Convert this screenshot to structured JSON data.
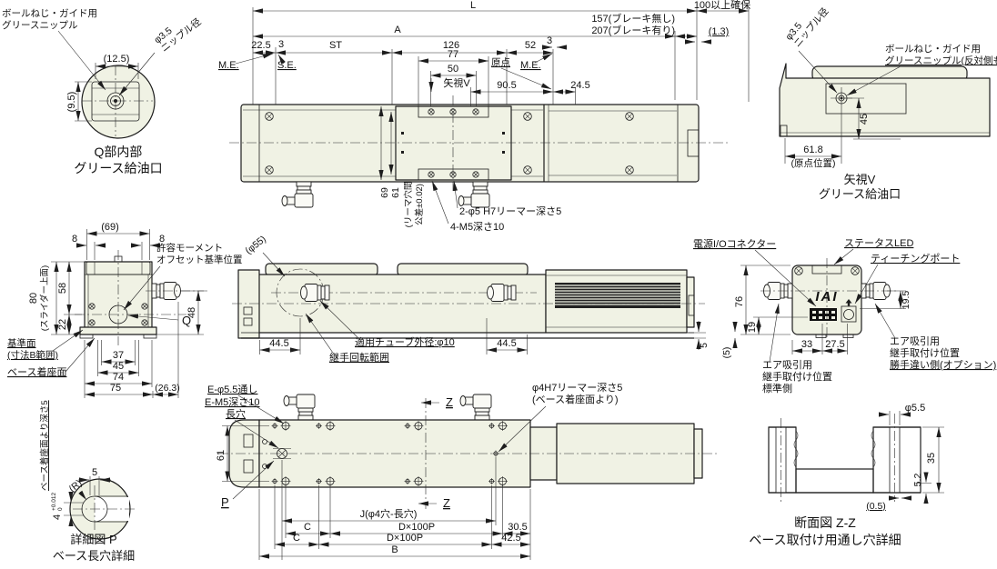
{
  "colors": {
    "body_fill": "#f0f2e4",
    "line": "#1d1d1d",
    "background": "#ffffff"
  },
  "q_detail": {
    "label1": "ボールねじ・ガイド用",
    "label2": "グリースニップル",
    "dim_w": "(12.5)",
    "dia1": "φ3.5",
    "dia2": "ニップル径",
    "dim_h": "(9.5)",
    "title1": "Q部内部",
    "title2": "グリース給油口"
  },
  "plan": {
    "L": "L",
    "A": "A",
    "d225": "22.5",
    "ST": "ST",
    "d126": "126",
    "d52": "52",
    "d3l": "3",
    "me_l": "M.E.",
    "se": "S.E.",
    "d77": "77",
    "d50": "50",
    "origin": "原点",
    "d3r": "3",
    "me_r": "M.E.",
    "view_v": "矢視V",
    "d905": "90.5",
    "d245": "24.5",
    "brake1": "157(ブレーキ無し)",
    "brake2": "207(ブレーキ有り)",
    "clearance": "100以上確保",
    "d13": "(1.3)",
    "d69": "69",
    "d61": "61",
    "tol1": "(リーマ穴間",
    "tol2": "公差±0.02)",
    "reamer": "2-φ5 H7リーマー深さ5",
    "m5": "4-M5深さ10"
  },
  "vv": {
    "dia1": "φ3.5",
    "dia2": "ニップル径",
    "label1": "ボールねじ・ガイド用",
    "label2": "グリースニップル(反対側も同様)",
    "d618": "61.8",
    "origin_pos": "(原点位置)",
    "d45": "45",
    "title1": "矢視V",
    "title2": "グリース給油口"
  },
  "front": {
    "d69": "(69)",
    "d8l": "8",
    "d8r": "8",
    "m1": "許容モーメント",
    "m2": "オフセット基準位置",
    "d80": "80",
    "d80b": "(スライダー上面)",
    "d58": "58",
    "d22": "22",
    "d48": "48",
    "q": "Q",
    "datum1": "基準面",
    "datum2": "(寸法B範囲)",
    "seat": "ベース着座面",
    "d37": "37",
    "d45": "45",
    "d74": "74",
    "d75": "75",
    "d263": "(26.3)"
  },
  "side": {
    "d55": "(φ55)",
    "d445l": "44.5",
    "d445r": "44.5",
    "tube": "適用チューブ外径:φ10",
    "rot": "継手回転範囲",
    "d5": "5"
  },
  "rear": {
    "conn": "電源I/Oコネクター",
    "led": "ステータスLED",
    "teach": "ティーチングポート",
    "logo": "IAI",
    "d76": "76",
    "d19": "19",
    "d195": "19.5",
    "d5": "(5)",
    "d33": "33",
    "d275": "27.5",
    "std1": "エア吸引用",
    "std2": "継手取付け位置",
    "std3": "標準側",
    "opt1": "エア吸引用",
    "opt2": "継手取付け位置",
    "opt3": "勝手違い側(オプション)"
  },
  "bottom": {
    "e55": "E-φ5.5通し",
    "em5": "E-M5深さ10",
    "em5b": "長穴",
    "d61": "61",
    "p": "P",
    "z1": "Z",
    "z2": "Z",
    "ream1": "φ4H7リーマー深さ5",
    "ream2": "(ベース着座面より)",
    "j": "J(φ4穴-長穴)",
    "c1": "C",
    "dp1": "D×100P",
    "d305": "30.5",
    "c2": "C",
    "dp2": "D×100P",
    "d425": "42.5",
    "b": "B"
  },
  "pd": {
    "depth": "ベース着座面より深さ5",
    "d4": "4",
    "tolu": "+0.012",
    "told": "0",
    "d5": "5",
    "r": "(R)",
    "title1": "詳細図 P",
    "title2": "ベース長穴詳細"
  },
  "zz": {
    "dia": "φ5.5",
    "d35": "35",
    "d52": "5.2",
    "d05": "(0.5)",
    "title1": "断面図 Z-Z",
    "title2": "ベース取付け用通し穴詳細"
  }
}
